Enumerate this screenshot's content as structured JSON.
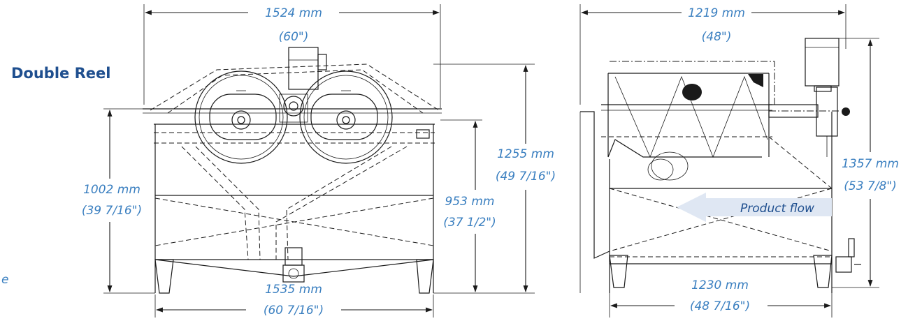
{
  "title": "Double Reel",
  "flow_label": "Product flow",
  "colors": {
    "dimension_text": "#3a7fc0",
    "title_text": "#1f4f8f",
    "line": "#1a1a1a",
    "arrow": "#dfe7f3"
  },
  "front_view": {
    "top_width": {
      "mm": "1524 mm",
      "in": "(60\")"
    },
    "bottom_width": {
      "mm": "1535 mm",
      "in": "(60 7/16\")"
    },
    "left_height": {
      "mm": "1002 mm",
      "in": "(39 7/16\")"
    },
    "right_height": {
      "mm": "1255 mm",
      "in": "(49 7/16\")"
    },
    "inner_height": {
      "mm": "953 mm",
      "in": "(37 1/2\")"
    }
  },
  "side_view": {
    "top_width": {
      "mm": "1219 mm",
      "in": "(48\")"
    },
    "bottom_width": {
      "mm": "1230 mm",
      "in": "(48 7/16\")"
    },
    "right_height": {
      "mm": "1357 mm",
      "in": "(53 7/8\")"
    }
  },
  "edge_mark": "e"
}
